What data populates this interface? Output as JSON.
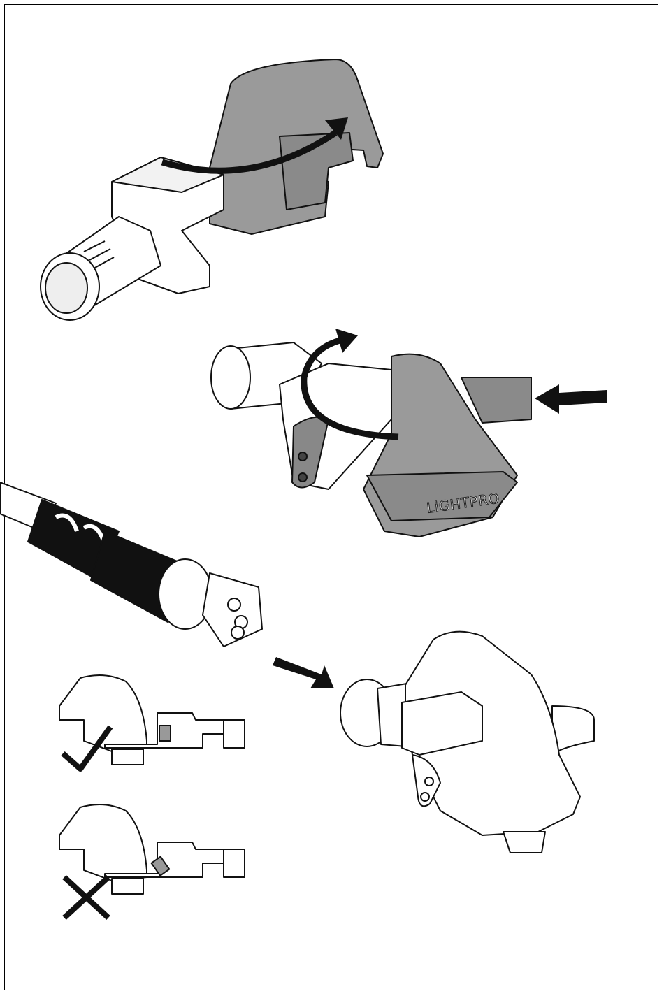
{
  "manual_page": {
    "steps": [
      {
        "id": "open-cover",
        "arrow": "curved-arrow-open"
      },
      {
        "id": "close-cover",
        "arrow": "curved-arrow-close",
        "push_arrow": "arrow-left"
      },
      {
        "id": "insert-plug",
        "arrow": "arrow-down-right"
      }
    ],
    "brand_logo": "LiGHTPRO",
    "checks": [
      {
        "icon": "checkmark-icon",
        "meaning": "correct"
      },
      {
        "icon": "cross-icon",
        "meaning": "incorrect"
      }
    ],
    "colors": {
      "cover_gray": "#9a9a9a",
      "line": "#111111",
      "body": "#ffffff"
    }
  }
}
